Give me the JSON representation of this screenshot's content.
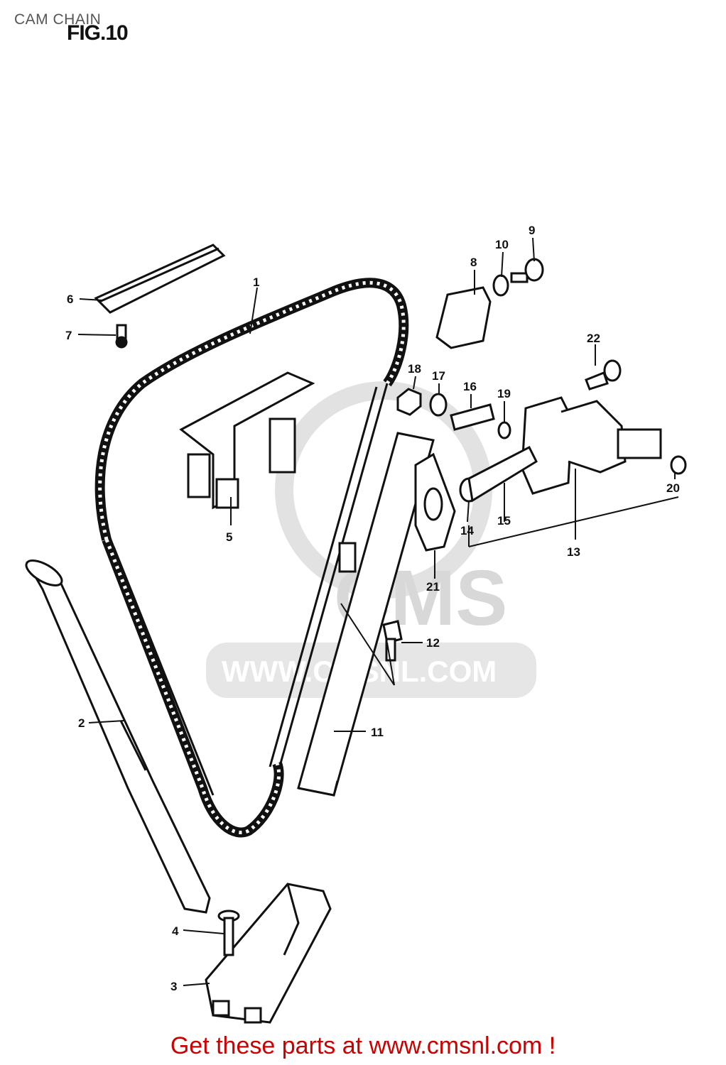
{
  "header": {
    "caption": "CAM CHAIN",
    "figure_label": "FIG.10"
  },
  "watermark": {
    "logo_text": "CMS",
    "url_text": "WWW.CMSNL.COM"
  },
  "callouts": [
    {
      "id": "1",
      "label": "1"
    },
    {
      "id": "2",
      "label": "2"
    },
    {
      "id": "3",
      "label": "3"
    },
    {
      "id": "4",
      "label": "4"
    },
    {
      "id": "5",
      "label": "5"
    },
    {
      "id": "6",
      "label": "6"
    },
    {
      "id": "7",
      "label": "7"
    },
    {
      "id": "8",
      "label": "8"
    },
    {
      "id": "9",
      "label": "9"
    },
    {
      "id": "10",
      "label": "10"
    },
    {
      "id": "11",
      "label": "11"
    },
    {
      "id": "12",
      "label": "12"
    },
    {
      "id": "13",
      "label": "13"
    },
    {
      "id": "14",
      "label": "14"
    },
    {
      "id": "15",
      "label": "15"
    },
    {
      "id": "16",
      "label": "16"
    },
    {
      "id": "17",
      "label": "17"
    },
    {
      "id": "18",
      "label": "18"
    },
    {
      "id": "19",
      "label": "19"
    },
    {
      "id": "20",
      "label": "20"
    },
    {
      "id": "21",
      "label": "21"
    },
    {
      "id": "22",
      "label": "22"
    }
  ],
  "footer": {
    "link_text": "Get these parts at www.cmsnl.com !"
  },
  "colors": {
    "link": "#cc0000",
    "line_art": "#111111",
    "watermark": "#d8d8d8"
  }
}
